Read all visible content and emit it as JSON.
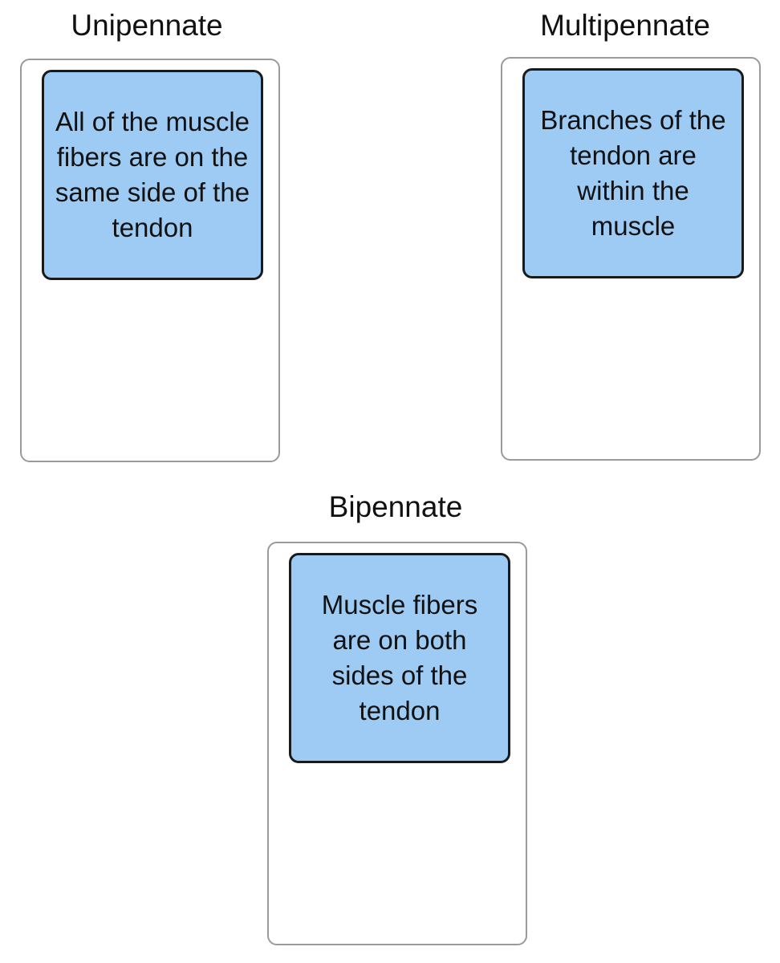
{
  "bins": {
    "unipennate": {
      "title": "Unipennate",
      "card_text": "All of the muscle fibers are on the same side of the tendon"
    },
    "multipennate": {
      "title": "Multipennate",
      "card_text": "Branches of the tendon are within the muscle"
    },
    "bipennate": {
      "title": "Bipennate",
      "card_text": "Muscle fibers are on both sides of the tendon"
    }
  },
  "colors": {
    "card_fill": "#9ecbf3",
    "card_border": "#1a1a1a",
    "bin_border": "#9a9a9a"
  }
}
